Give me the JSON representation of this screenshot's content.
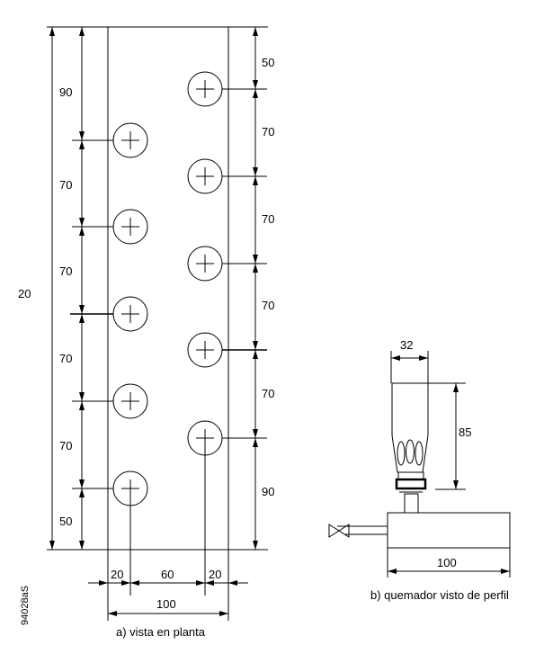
{
  "plan_view": {
    "caption": "a) vista en planta",
    "total_height_label": "20",
    "left_dims": [
      "90",
      "70",
      "70",
      "70",
      "70",
      "50"
    ],
    "right_dims": [
      "50",
      "70",
      "70",
      "70",
      "70",
      "90"
    ],
    "bottom_dims": [
      "20",
      "60",
      "20"
    ],
    "total_width_label": "100"
  },
  "profile_view": {
    "caption": "b) quemador visto de perfil",
    "width_label": "32",
    "height_label": "85",
    "base_width_label": "100"
  },
  "code": "94028aS"
}
